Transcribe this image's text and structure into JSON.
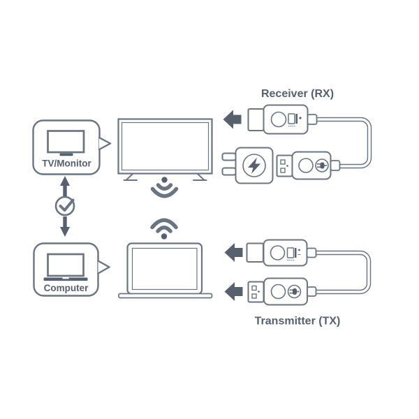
{
  "colors": {
    "accent": "#57616e",
    "outline": "#6a7581",
    "background": "#ffffff"
  },
  "bubbles": {
    "tv_monitor": {
      "label": "TV/Monitor"
    },
    "computer": {
      "label": "Computer"
    }
  },
  "sections": {
    "receiver": {
      "label": "Receiver (RX)"
    },
    "transmitter": {
      "label": "Transmitter (TX)"
    }
  },
  "icons": {
    "tv_wireless": "wifi-signal-pointing-down",
    "laptop_wireless": "wifi-signal-pointing-up",
    "link_status": "check-circle",
    "power_adapter": "lightning-bolt",
    "usb_dongle": "power-plug",
    "direction": "solid-left-arrow"
  }
}
